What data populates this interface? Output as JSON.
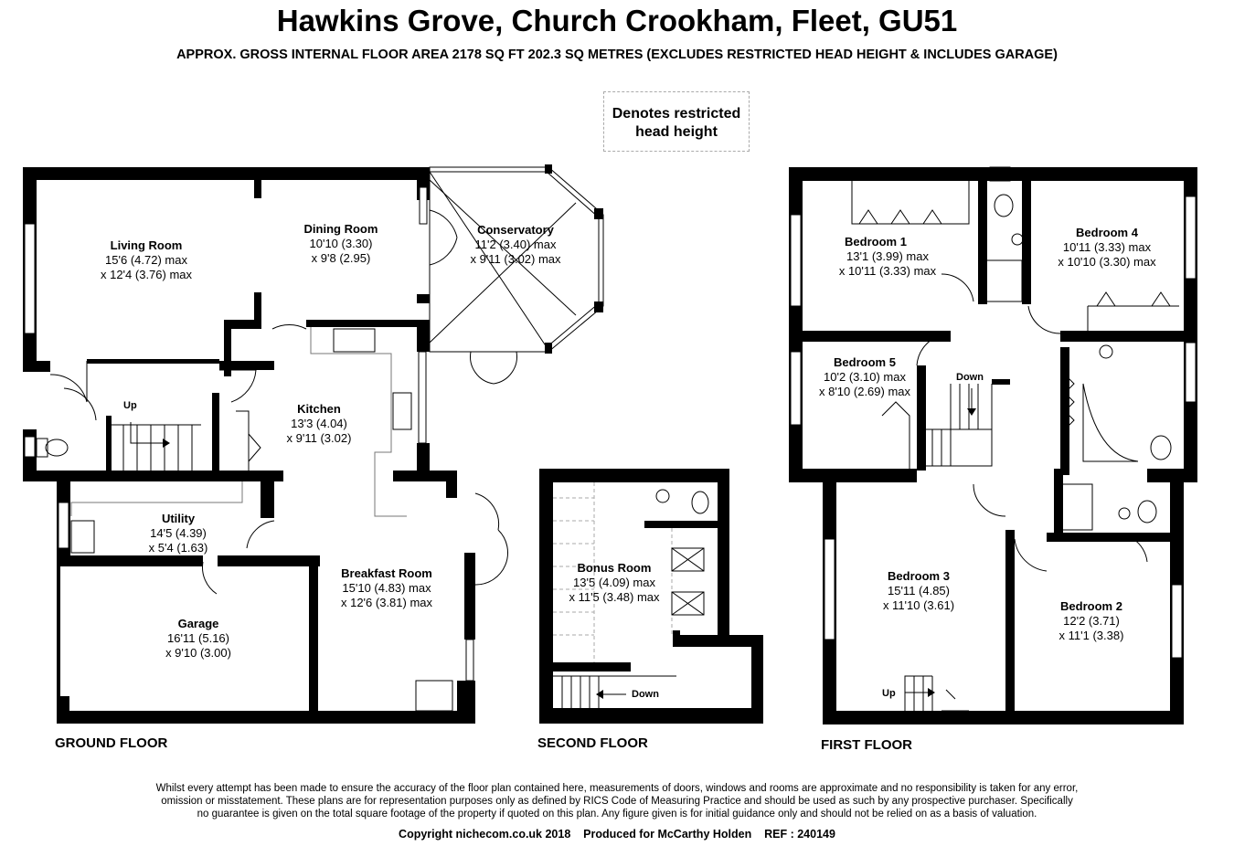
{
  "header": {
    "title": "Hawkins Grove, Church Crookham, Fleet, GU51",
    "subtitle": "APPROX. GROSS INTERNAL FLOOR AREA 2178 SQ FT 202.3 SQ METRES (EXCLUDES RESTRICTED HEAD HEIGHT & INCLUDES GARAGE)"
  },
  "legend": {
    "line1": "Denotes restricted",
    "line2": "head height"
  },
  "ground_floor": {
    "label": "GROUND FLOOR",
    "stairs_label": "Up",
    "rooms": [
      {
        "name": "Living Room",
        "dim1": "15'6 (4.72) max",
        "dim2": "x 12'4 (3.76) max"
      },
      {
        "name": "Dining Room",
        "dim1": "10'10 (3.30)",
        "dim2": "x 9'8 (2.95)"
      },
      {
        "name": "Conservatory",
        "dim1": "11'2 (3.40) max",
        "dim2": "x 9'11 (3.02) max"
      },
      {
        "name": "Kitchen",
        "dim1": "13'3 (4.04)",
        "dim2": "x 9'11 (3.02)"
      },
      {
        "name": "Utility",
        "dim1": "14'5 (4.39)",
        "dim2": "x 5'4 (1.63)"
      },
      {
        "name": "Breakfast Room",
        "dim1": "15'10 (4.83) max",
        "dim2": "x 12'6 (3.81) max"
      },
      {
        "name": "Garage",
        "dim1": "16'11 (5.16)",
        "dim2": "x 9'10 (3.00)"
      }
    ]
  },
  "second_floor": {
    "label": "SECOND FLOOR",
    "stairs_label": "Down",
    "rooms": [
      {
        "name": "Bonus Room",
        "dim1": "13'5 (4.09) max",
        "dim2": "x 11'5 (3.48) max"
      }
    ]
  },
  "first_floor": {
    "label": "FIRST FLOOR",
    "stairs_down_label": "Down",
    "stairs_up_label": "Up",
    "rooms": [
      {
        "name": "Bedroom 1",
        "dim1": "13'1 (3.99) max",
        "dim2": "x 10'11 (3.33) max"
      },
      {
        "name": "Bedroom 4",
        "dim1": "10'11 (3.33) max",
        "dim2": "x 10'10 (3.30) max"
      },
      {
        "name": "Bedroom 5",
        "dim1": "10'2 (3.10) max",
        "dim2": "x 8'10 (2.69) max"
      },
      {
        "name": "Bedroom 3",
        "dim1": "15'11 (4.85)",
        "dim2": "x 11'10 (3.61)"
      },
      {
        "name": "Bedroom 2",
        "dim1": "12'2 (3.71)",
        "dim2": "x 11'1 (3.38)"
      }
    ]
  },
  "footer": {
    "disclaimer": [
      "Whilst every attempt has been made to ensure the accuracy of the floor plan contained here, measurements of doors, windows and rooms are approximate and no responsibility is taken for any error,",
      "omission or misstatement. These plans are for representation purposes only as defined by RICS Code of Measuring Practice and should be used as such by any prospective purchaser.  Specifically",
      "no guarantee is given on the total square footage of the property if quoted on this plan. Any figure given is for initial guidance only and should not be relied on as a basis of valuation."
    ],
    "copyright": "Copyright nichecom.co.uk 2018    Produced for McCarthy Holden    REF : 240149"
  }
}
